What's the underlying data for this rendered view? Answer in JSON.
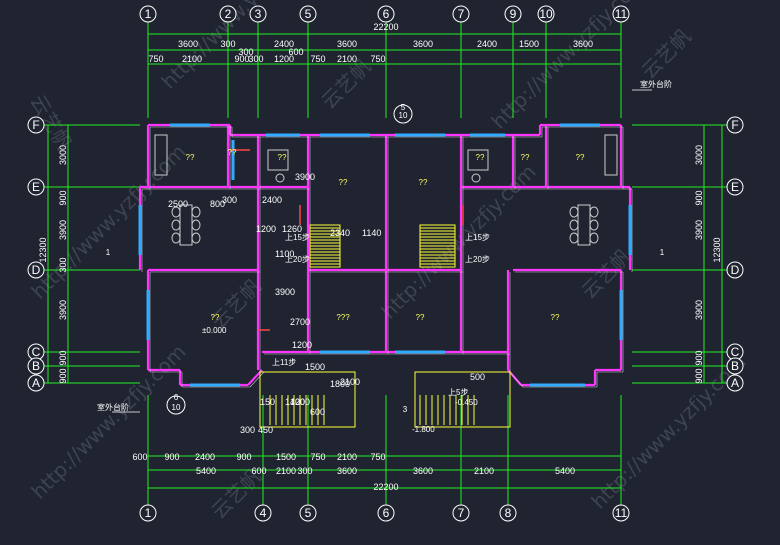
{
  "axes_top": [
    "1",
    "2",
    "3",
    "5",
    "6",
    "7",
    "9",
    "10",
    "11"
  ],
  "axes_bottom": [
    "1",
    "4",
    "5",
    "6",
    "7",
    "8",
    "11"
  ],
  "axes_left": [
    "F",
    "E",
    "D",
    "C",
    "B",
    "A"
  ],
  "axes_right": [
    "F",
    "E",
    "D",
    "C",
    "B",
    "A"
  ],
  "total_top": "22200",
  "total_bottom": "22200",
  "dims_top_row1": [
    "3600",
    "300",
    "2400",
    "3600",
    "3600",
    "2400",
    "1500",
    "3600"
  ],
  "dims_top_mid": [
    "300",
    "600"
  ],
  "dims_top_row2": [
    "750",
    "2100",
    "900",
    "300",
    "1200",
    "750",
    "2100",
    "750"
  ],
  "dims_bottom_row1": [
    "600",
    "900",
    "2400",
    "900",
    "1500",
    "750",
    "2100",
    "750"
  ],
  "dims_bottom_row2": [
    "5400",
    "600",
    "2100",
    "300",
    "3600",
    "3600",
    "2100",
    "5400"
  ],
  "dims_left": [
    "3000",
    "900",
    "3900",
    "300",
    "3900",
    "900",
    "900",
    "12300"
  ],
  "dims_right": [
    "3000",
    "900",
    "3900",
    "3900",
    "900",
    "900",
    "12300"
  ],
  "room_labels": [
    "??",
    "??",
    "??",
    "??",
    "??",
    "??",
    "??",
    "??",
    "??",
    "???",
    "??",
    "??"
  ],
  "room_one": "1",
  "markers": [
    "5",
    "10",
    "6",
    "10",
    "3"
  ],
  "levels": [
    "±0.000",
    "-0.450",
    "-1.800"
  ],
  "stair_notes": [
    "上15步",
    "上20步",
    "上11步",
    "上15步",
    "上20步",
    "上5步"
  ],
  "detail_labels": [
    "室外台阶",
    "室外台阶"
  ],
  "small_dims": [
    "2500",
    "800",
    "300",
    "2400",
    "1200",
    "1260",
    "2340",
    "1140",
    "1100",
    "3900",
    "2700",
    "1200",
    "1500",
    "2100",
    "1800",
    "500",
    "150",
    "1400",
    "600",
    "300",
    "450",
    "1200",
    "3900"
  ],
  "watermark": "http://www.yzfjy.com",
  "watermark_cn": "云艺帆"
}
